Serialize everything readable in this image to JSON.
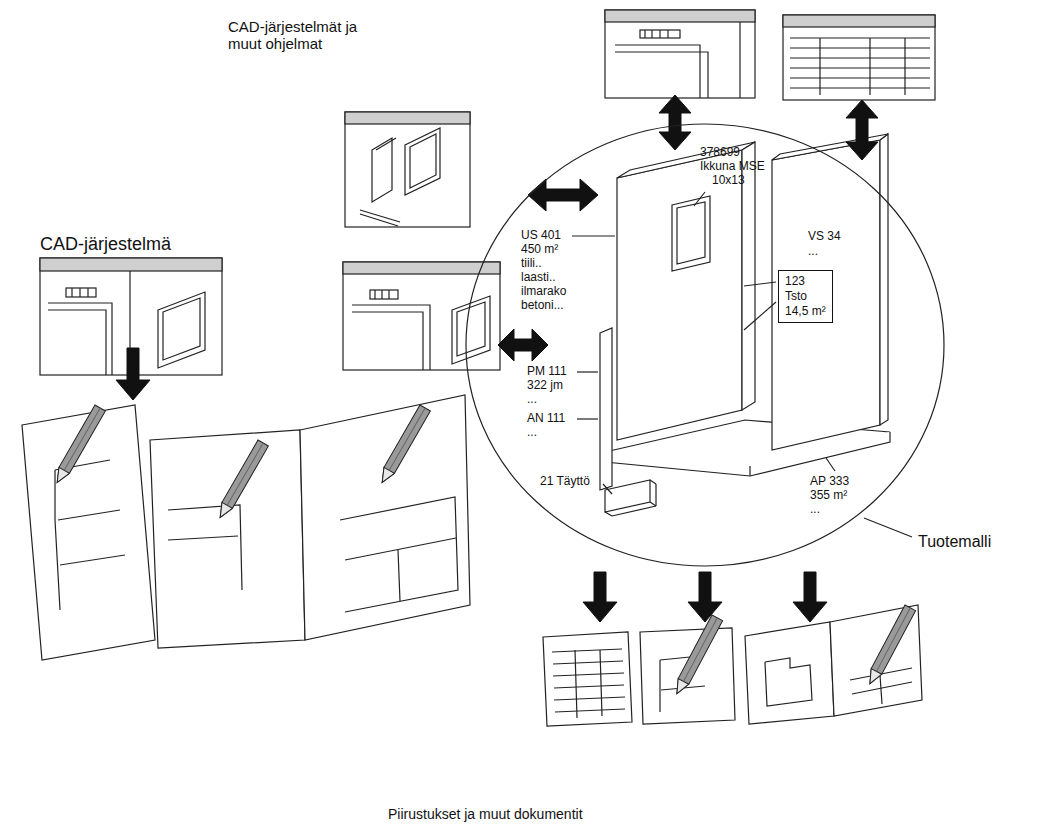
{
  "diagram": {
    "nodes": [
      {
        "text": [
          "Tuotemalli"
        ]
      },
      {
        "text": [
          "123",
          "Tsto",
          "14,5 m²"
        ],
        "in": 0
      }
    ],
    "labels": [
      "CAD-järjestelmät ja muut ohjelmat",
      "378699",
      "Ikkuna MSE",
      "10x13",
      "US 401",
      "450 m²",
      "tiili..",
      "laasti..",
      "ilmarako",
      "betoni...",
      "VS 34",
      "...",
      "PM 111",
      "322 jm",
      "...",
      "AN 111",
      "...",
      "21 Täyttö",
      "AP 333",
      "355 m²",
      "...",
      "CAD-järjestelmä",
      "Piirustukset ja muut dokumentit"
    ]
  }
}
